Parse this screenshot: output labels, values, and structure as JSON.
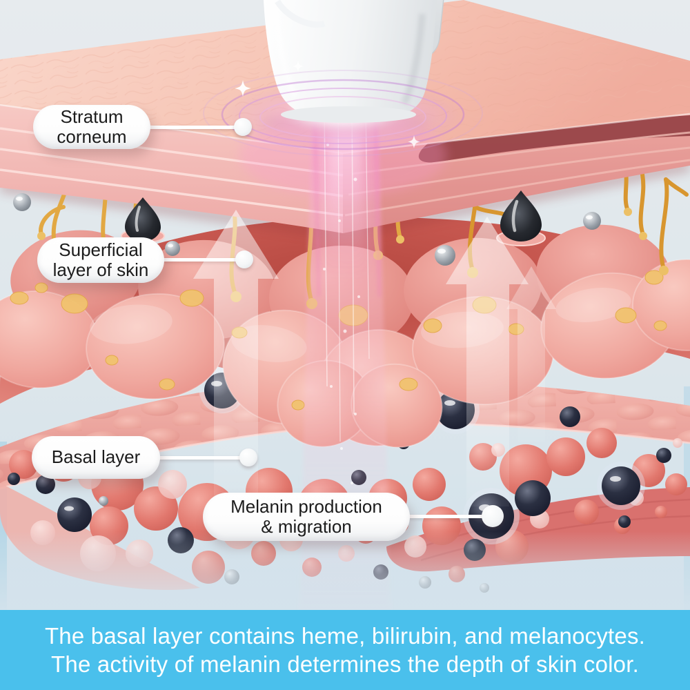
{
  "labels": {
    "stratum": {
      "line1": "Stratum",
      "line2": "corneum"
    },
    "superficial": {
      "line1": "Superficial",
      "line2": "layer of skin"
    },
    "basal": {
      "line1": "Basal layer"
    },
    "melanin": {
      "line1": "Melanin production",
      "line2": "& migration"
    }
  },
  "caption": {
    "line1": "The basal layer contains heme, bilirubin, and melanocytes.",
    "line2": "The activity of melanin determines the depth of skin color."
  },
  "colors": {
    "caption_bg": "#4ac0ec",
    "caption_text": "#ffffff",
    "label_bg": "#ffffff",
    "label_text": "#1c1c1c",
    "background_top": "#e7ebee",
    "background_bottom": "#d0e1eb",
    "stratum_corneum_pink": "#f8cfc2",
    "dermis_red": "#c0524c",
    "cell_pink": "#f0a89f",
    "cell_nucleus_yellow": "#f1c36f",
    "dendrite_yellow": "#e2a843",
    "melanin_dark": "#23262e",
    "basal_sphere_salmon": "#e2786e",
    "device_white": "#f2f4f5",
    "glow_purple": "#c77fd9",
    "beam_pink": "#f79cce"
  }
}
